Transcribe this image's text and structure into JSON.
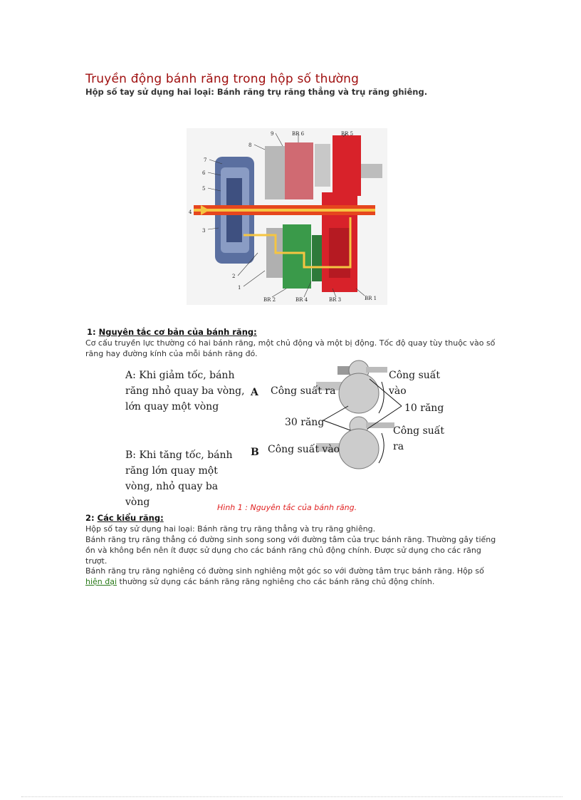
{
  "title": "Truyền động bánh răng trong hộp số thường",
  "subtitle": "Hộp số tay sử dụng hai loại: Bánh răng trụ răng thẳng và trụ răng ghiêng.",
  "gearbox_figure": {
    "labels": {
      "n9": "9",
      "br6": "BR 6",
      "br5": "BR 5",
      "n8": "8",
      "n7": "7",
      "n6": "6",
      "n5": "5",
      "n4": "4",
      "n3": "3",
      "n2": "2",
      "n1": "1",
      "br2": "BR 2",
      "br4": "BR 4",
      "br3": "BR 3",
      "br1": "BR 1"
    }
  },
  "section1": {
    "number": "1:",
    "heading": "Nguyên tắc cơ bản của bánh răng:",
    "body": "Cơ cấu truyền lực thường có hai bánh răng, một chủ động và một bị động. Tốc độ quay tùy thuộc vào số răng hay đường kính của mỗi bánh răng đó."
  },
  "principle_figure": {
    "a_text": [
      "A: Khi giảm tốc, bánh",
      "răng nhỏ quay ba vòng,",
      "lớn quay một vòng"
    ],
    "b_text": [
      "B: Khi tăng tốc, bánh",
      "răng lớn quay một",
      "vòng, nhỏ quay ba vòng"
    ],
    "label_a": "A",
    "label_b": "B",
    "cong_suat_vao_top": "Công suất vào",
    "cong_suat_ra_top": "Công suất ra",
    "ten_teeth": "10 răng",
    "thirty_teeth": "30 răng",
    "cong_suat_ra_bottom": "Công suất ra",
    "cong_suat_vao_bottom": "Công suất vào"
  },
  "caption": "Hình 1 : Nguyên tắc của bánh răng.",
  "section2": {
    "number": "2:",
    "heading": "Các kiểu răng:",
    "line1": "Hộp số tay sử dụng hai loại: Bánh răng trụ răng thẳng và trụ răng ghiêng.",
    "line2": "Bánh răng trụ răng thẳng có đường sinh song song với đường tâm của trục bánh răng. Thường gây tiếng ồn và không bền nên ít được sử dụng cho các bánh răng chủ động chính. Được sử dụng cho các răng trượt.",
    "line3_pre": "Bánh răng trụ răng nghiêng có đường sinh nghiêng một góc so với đường tâm trục bánh răng. Hộp số",
    "line3_link": "hiện đại",
    "line3_post": "thường sử dụng các bánh răng răng nghiêng cho các bánh răng chủ động chính."
  },
  "colors": {
    "title": "#a01010",
    "caption": "#e02020",
    "link": "#2a7a1a",
    "gear_red": "#d8222a",
    "gear_green": "#3a9a4a"
  }
}
